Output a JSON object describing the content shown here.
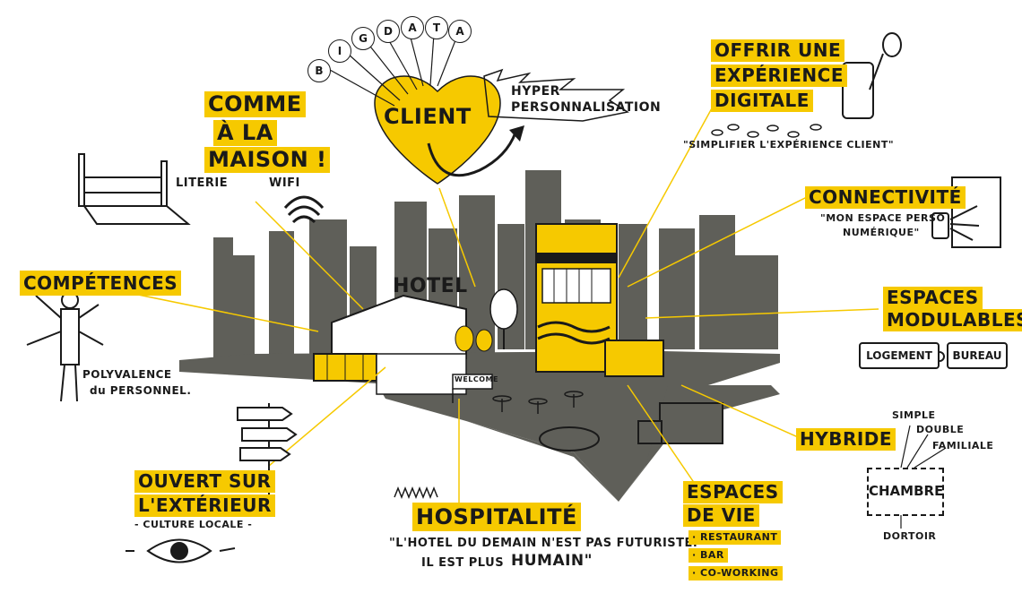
{
  "colors": {
    "accent": "#f6c900",
    "city": "#5f5f59",
    "ink": "#1a1a1a"
  },
  "big_data_letters": [
    "B",
    "I",
    "G",
    "D",
    "A",
    "T",
    "A"
  ],
  "center": {
    "client": "CLIENT",
    "hyper": "HYPER",
    "personnalisation": "PERSONNALISATION"
  },
  "hotel_sign": "HOTEL",
  "welcome_sign": "WELCOME",
  "maison": {
    "line1": "COMME",
    "line2": "À LA",
    "line3": "MAISON !",
    "literie": "LITERIE",
    "wifi": "WIFI"
  },
  "competences": {
    "title": "COMPÉTENCES",
    "line1": "POLYVALENCE",
    "line2": "du PERSONNEL."
  },
  "ouvert": {
    "line1": "OUVERT SUR",
    "line2": "L'EXTÉRIEUR",
    "culture": "- CULTURE LOCALE -"
  },
  "hospitalite": {
    "title": "HOSPITALITÉ",
    "quote1": "\"L'HOTEL du DEMAIN N'EST PAS FUTURISTE.",
    "quote2": "IL EST PLUS",
    "quote3": "HUMAIN\""
  },
  "digitale": {
    "line1": "OFFRIR UNE",
    "line2": "EXPÉRIENCE",
    "line3": "DIGITALE",
    "quote": "\"SIMPLIFIER L'EXPÉRIENCE CLIENT\""
  },
  "connectivite": {
    "title": "CONNECTIVITÉ",
    "line1": "\"MON ESPACE PERSO",
    "line2": "NUMÉRIQUE\""
  },
  "modulables": {
    "line1": "ESPACES",
    "line2": "MODULABLES",
    "box1": "LOGEMENT",
    "box2": "BUREAU"
  },
  "hybride": {
    "title": "HYBRIDE",
    "simple": "SIMPLE",
    "double": "DOUBLE",
    "familiale": "FAMILIALE",
    "chambre": "CHAMBRE",
    "dortoir": "DORTOIR"
  },
  "vie": {
    "line1": "ESPACES",
    "line2": "DE VIE",
    "item1": "· RESTAURANT",
    "item2": "· BAR",
    "item3": "· CO-WORKING"
  }
}
